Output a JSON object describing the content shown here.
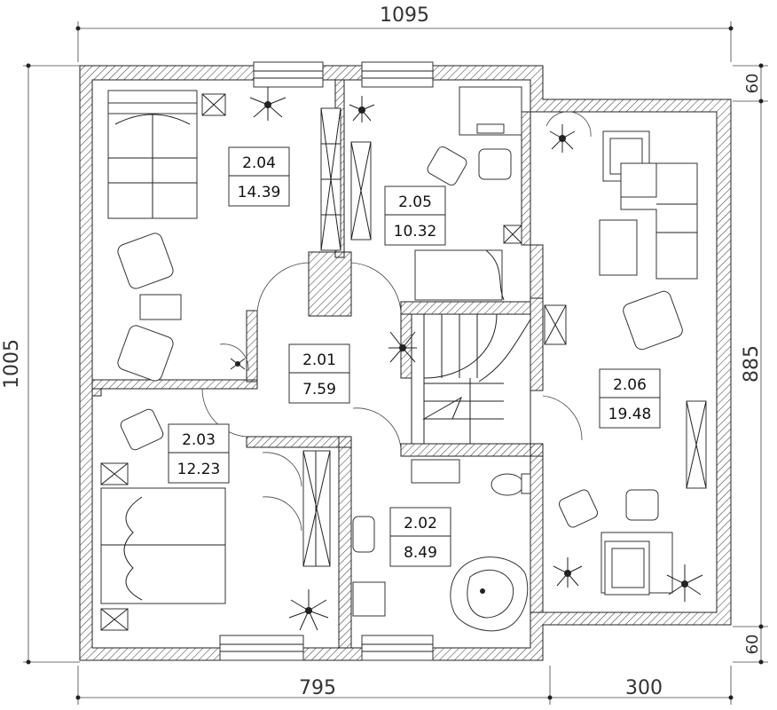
{
  "dimensions": {
    "top_width": "1095",
    "left_height": "1005",
    "right_height": "885",
    "bottom_left": "795",
    "bottom_right": "300",
    "right_top_offset": "60",
    "right_bottom_offset": "60"
  },
  "rooms": [
    {
      "id": "2.04",
      "area": "14.39"
    },
    {
      "id": "2.05",
      "area": "10.32"
    },
    {
      "id": "2.06",
      "area": "19.48"
    },
    {
      "id": "2.01",
      "area": "7.59"
    },
    {
      "id": "2.03",
      "area": "12.23"
    },
    {
      "id": "2.02",
      "area": "8.49"
    }
  ]
}
